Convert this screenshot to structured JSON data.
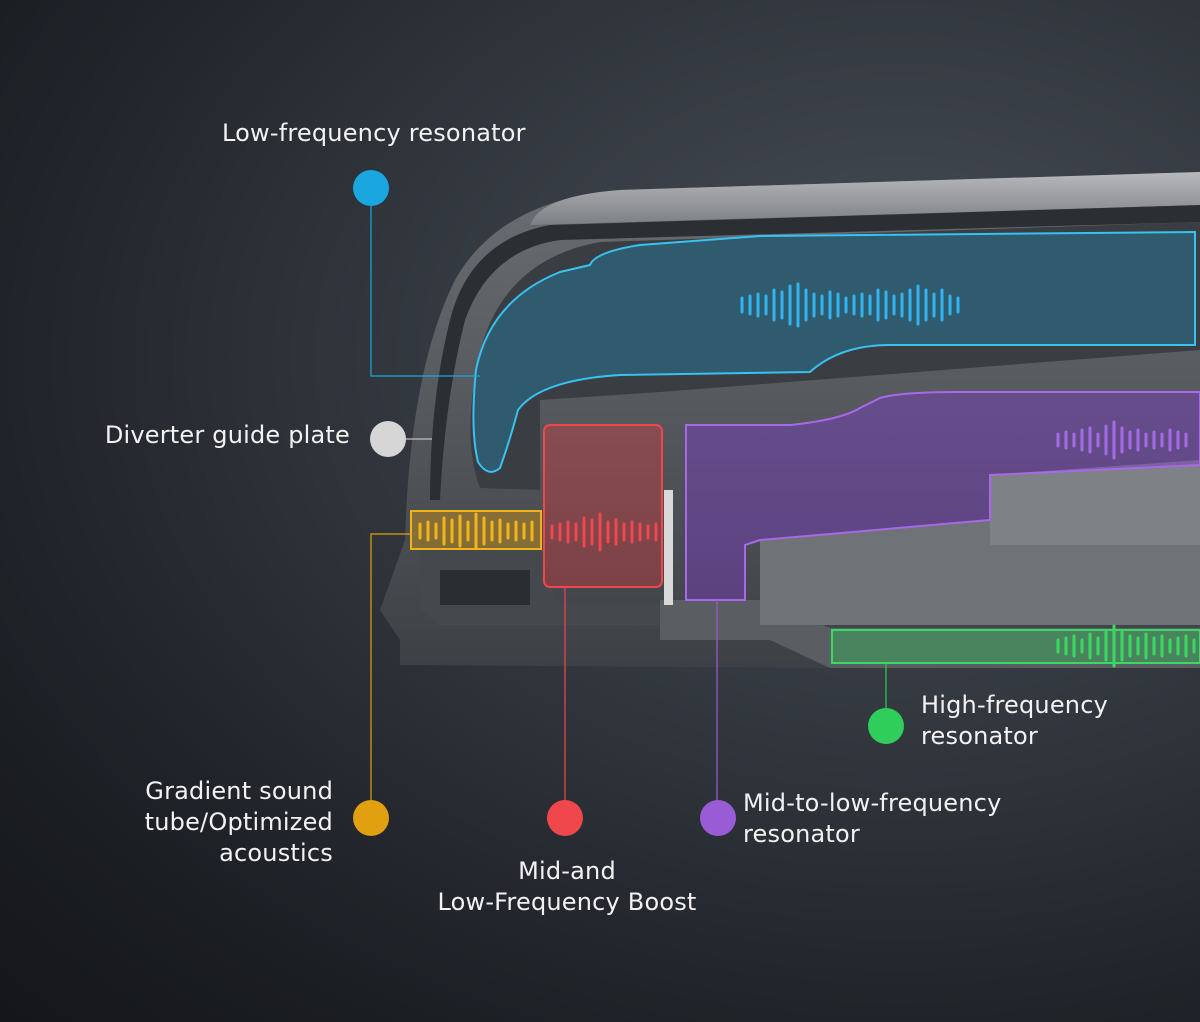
{
  "labels": {
    "low_freq": "Low-frequency resonator",
    "diverter": "Diverter guide plate",
    "gradient_line1": "Gradient sound",
    "gradient_line2": "tube/Optimized",
    "gradient_line3": "acoustics",
    "boost_line1": "Mid-and",
    "boost_line2": "Low-Frequency Boost",
    "midlow_line1": "Mid-to-low-frequency",
    "midlow_line2": "resonator",
    "high_line1": "High-frequency",
    "high_line2": "resonator"
  },
  "colors": {
    "low_freq": "#1aa7e0",
    "diverter": "#d6d6d6",
    "gradient": "#e0a010",
    "boost": "#f0474d",
    "midlow": "#9a5cd6",
    "high": "#2fce5a"
  }
}
